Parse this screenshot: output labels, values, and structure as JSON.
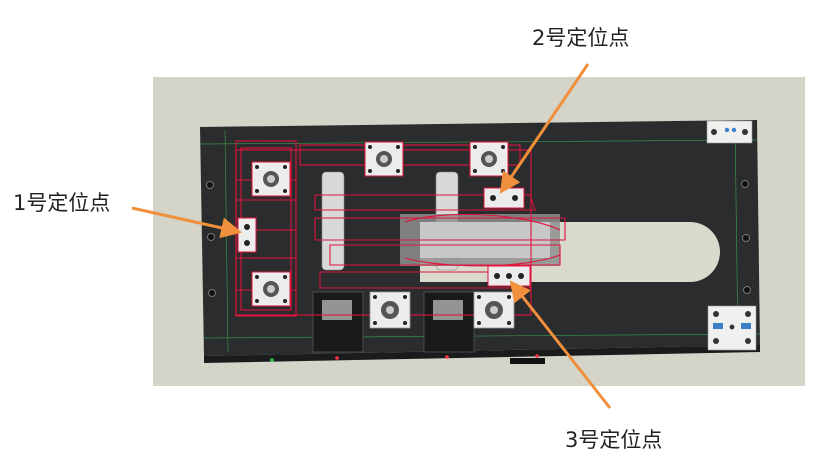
{
  "labels": {
    "point1": "1号定位点",
    "point2": "2号定位点",
    "point3": "3号定位点"
  },
  "colors": {
    "background_panel": "#d2d2c6",
    "plate": "#2b2d2e",
    "outline": "#e0143c",
    "arrow": "#f0903c"
  }
}
